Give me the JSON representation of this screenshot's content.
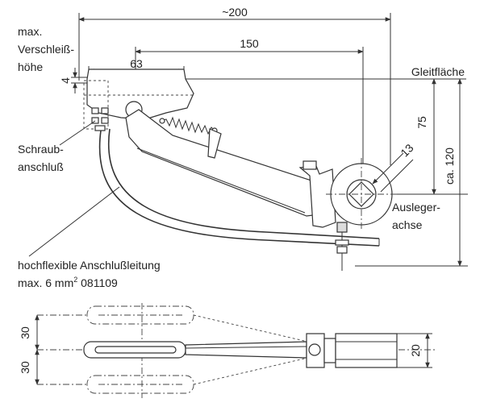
{
  "labels": {
    "wear_height_line1": "max.",
    "wear_height_line2": "Verschleiß-",
    "wear_height_line3": "höhe",
    "sliding_surface": "Gleitfläche",
    "screw_connection_line1": "Schraub-",
    "screw_connection_line2": "anschluß",
    "boom_axis_line1": "Ausleger-",
    "boom_axis_line2": "achse",
    "cable_line1": "hochflexible Anschlußleitung",
    "cable_line2_prefix": "max. 6 mm",
    "cable_line2_superscript": "2",
    "cable_line2_suffix": " 081109"
  },
  "dimensions": {
    "overall_length": "~200",
    "length_150": "150",
    "shoe_63": "63",
    "wear_4": "4",
    "height_75": "75",
    "height_120": "ca. 120",
    "square_13": "13",
    "offset_30_top": "30",
    "offset_30_bottom": "30",
    "width_20": "20"
  }
}
